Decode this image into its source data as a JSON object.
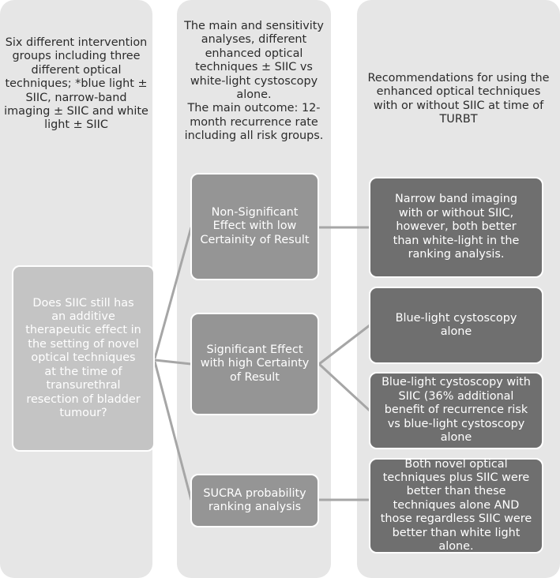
{
  "columns": {
    "left_header": "Six different intervention groups including three different optical techniques; *blue light ± SIIC, narrow-band imaging ± SIIC and white light ± SIIC",
    "middle_header": "The main and sensitivity analyses, different enhanced optical techniques ± SIIC vs white-light cystoscopy alone.\nThe main outcome: 12-month recurrence rate including all risk groups.",
    "right_header": "Recommendations for using the enhanced optical techniques with or without SIIC at time of TURBT"
  },
  "question_box": "Does SIIC still has an additive therapeutic effect in the setting of novel optical techniques at the time of transurethral resection of bladder tumour?",
  "middle_boxes": {
    "non_significant": "Non-Significant Effect with low Certainity of Result",
    "significant": "Significant Effect with high Certainty of Result",
    "sucra": "SUCRA probability ranking analysis"
  },
  "right_boxes": {
    "narrow_band": "Narrow band imaging with or without SIIC, however, both better than white-light in the ranking analysis.",
    "blue_light_alone": "Blue-light cystoscopy alone",
    "blue_light_siic": "Blue-light cystoscopy with SIIC (36% additional benefit of recurrence risk vs blue-light cystoscopy alone",
    "both_novel": "Both novel optical techniques plus SIIC were better than these techniques alone AND those  regardless SIIC were better than white light alone."
  },
  "colors": {
    "column_bg": "#e6e6e6",
    "question_box": "#c4c4c4",
    "middle_box": "#959595",
    "right_box": "#6f6f6f",
    "connector": "#a6a6a6"
  }
}
